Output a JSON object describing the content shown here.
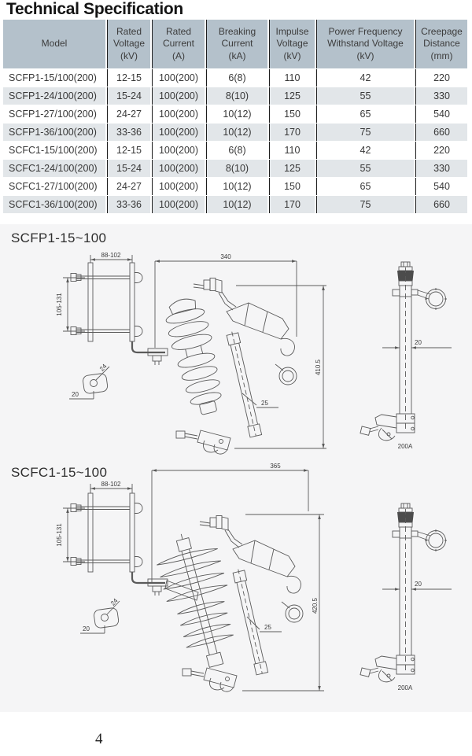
{
  "page": {
    "title": "Technical Specification",
    "page_number": "4"
  },
  "table": {
    "headers": [
      "Model",
      "Rated\nVoltage\n(kV)",
      "Rated\nCurrent\n(A)",
      "Breaking\nCurrent\n(kA)",
      "Impulse\nVoltage\n(kV)",
      "Power Frequency\nWithstand Voltage\n(kV)",
      "Creepage\nDistance\n(mm)"
    ],
    "rows": [
      [
        "SCFP1-15/100(200)",
        "12-15",
        "100(200)",
        "6(8)",
        "110",
        "42",
        "220"
      ],
      [
        "SCFP1-24/100(200)",
        "15-24",
        "100(200)",
        "8(10)",
        "125",
        "55",
        "330"
      ],
      [
        "SCFP1-27/100(200)",
        "24-27",
        "100(200)",
        "10(12)",
        "150",
        "65",
        "540"
      ],
      [
        "SCFP1-36/100(200)",
        "33-36",
        "100(200)",
        "10(12)",
        "170",
        "75",
        "660"
      ],
      [
        "SCFC1-15/100(200)",
        "12-15",
        "100(200)",
        "6(8)",
        "110",
        "42",
        "220"
      ],
      [
        "SCFC1-24/100(200)",
        "15-24",
        "100(200)",
        "8(10)",
        "125",
        "55",
        "330"
      ],
      [
        "SCFC1-27/100(200)",
        "24-27",
        "100(200)",
        "10(12)",
        "150",
        "65",
        "540"
      ],
      [
        "SCFC1-36/100(200)",
        "33-36",
        "100(200)",
        "10(12)",
        "170",
        "75",
        "660"
      ]
    ]
  },
  "drawings": {
    "scfp1": {
      "title": "SCFP1-15~100",
      "dim_bracket_width": "88-102",
      "dim_bracket_height": "105-131",
      "dim_overall_width": "340",
      "dim_overall_height": "410.5",
      "dim_tube": "25",
      "dim_detail_hole": "24",
      "dim_detail_offset": "20",
      "tube_view": {
        "dim_width": "20",
        "rating_label": "200A"
      }
    },
    "scfc1": {
      "title": "SCFC1-15~100",
      "dim_bracket_width": "88-102",
      "dim_bracket_height": "105-131",
      "dim_overall_width": "365",
      "dim_overall_height": "420.5",
      "dim_tube": "25",
      "dim_detail_hole": "24",
      "dim_detail_offset": "20",
      "tube_view": {
        "dim_width": "20",
        "rating_label": "200A"
      }
    }
  },
  "colors": {
    "table_header_bg": "#b4c1cb",
    "table_row_alt_bg": "#e2e6e9",
    "drawing_section_bg": "#f5f5f6",
    "grid_line": "#1d1d1d"
  }
}
